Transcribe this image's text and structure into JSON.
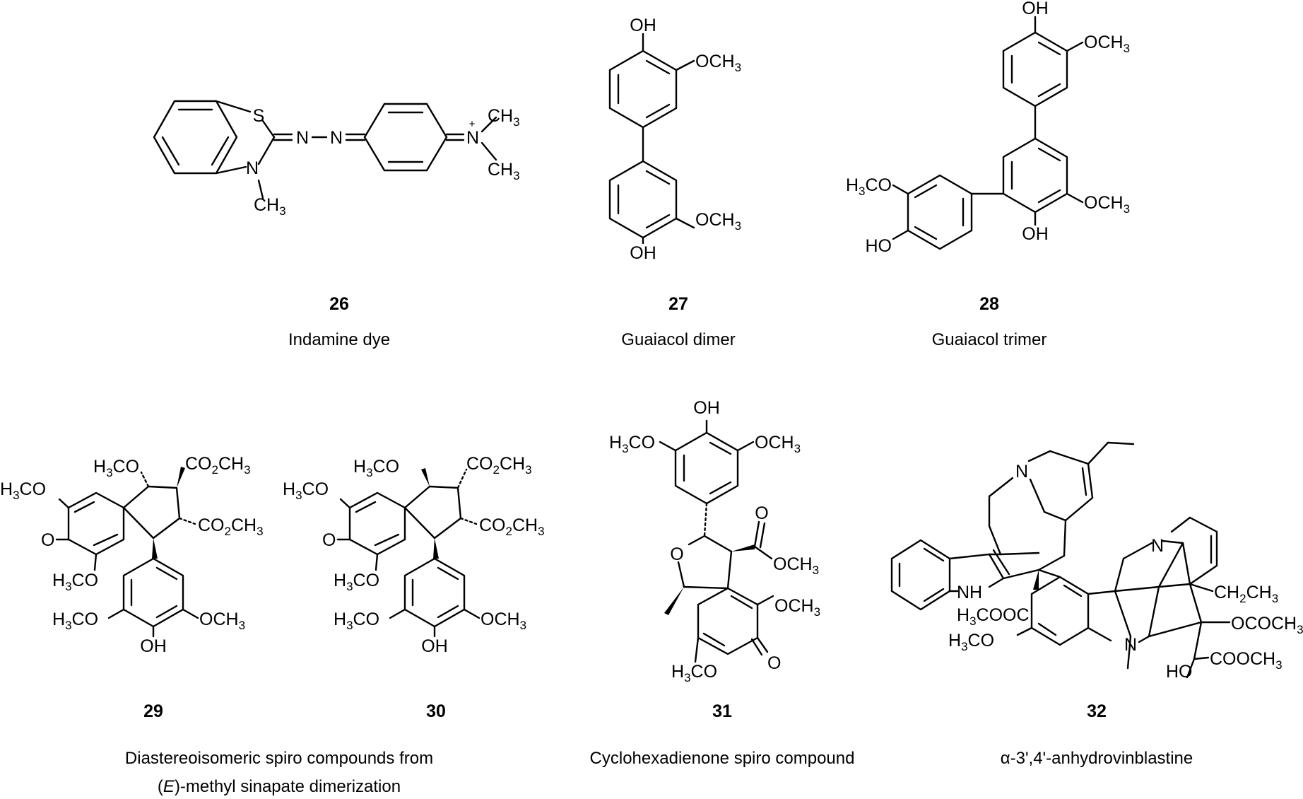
{
  "compounds": [
    {
      "number": "26",
      "caption": "Indamine dye",
      "atoms": {
        "s": "S",
        "n_ring": "N",
        "methyl_n": "CH3",
        "azo_n1": "N",
        "azo_n2": "N",
        "n_plus": "N",
        "plus_charge": "+",
        "methyl_a": "CH3",
        "methyl_b": "CH3"
      }
    },
    {
      "number": "27",
      "caption": "Guaiacol dimer",
      "atoms": {
        "oh_top": "OH",
        "ome_top": "OCH3",
        "ome_bottom": "OCH3",
        "oh_bottom": "OH"
      }
    },
    {
      "number": "28",
      "caption": "Guaiacol trimer",
      "atoms": {
        "oh_top": "OH",
        "ome_top": "OCH3",
        "meo_left": "H3CO",
        "ho_left": "HO",
        "ome_mid": "OCH3",
        "oh_mid": "OH"
      }
    },
    {
      "number": "29",
      "atoms": {
        "meo_ring": "H3CO",
        "co2me_top": "CO2CH3",
        "co2me_right": "CO2CH3",
        "meo_dienone": "H3CO",
        "o_keto": "O",
        "meo_dienone_b": "H3CO",
        "meo_aryl": "H3CO",
        "ome_aryl": "OCH3",
        "oh_aryl": "OH"
      }
    },
    {
      "number": "30",
      "atoms": {
        "meo_ring": "H3CO",
        "co2me_top": "CO2CH3",
        "co2me_right": "CO2CH3",
        "meo_dienone": "H3CO",
        "o_keto": "O",
        "meo_dienone_b": "H3CO",
        "meo_aryl": "H3CO",
        "ome_aryl": "OCH3",
        "oh_aryl": "OH"
      }
    },
    {
      "number": "31",
      "caption": "Cyclohexadienone spiro compound",
      "atoms": {
        "oh_top": "OH",
        "meo_left": "H3CO",
        "ome_right": "OCH3",
        "o_ring": "O",
        "o_carbonyl": "O",
        "ome_ester": "OCH3",
        "ome_dienone": "OCH3",
        "meo_dienone": "H3CO",
        "o_keto": "O"
      }
    },
    {
      "number": "32",
      "caption": "α-3',4'-anhydrovinblastine",
      "atoms": {
        "n_top": "N",
        "nh": "NH",
        "ester": "H3COOC",
        "n_right": "N",
        "ethyl": "CH2CH3",
        "meo": "H3CO",
        "n_methyl": "N",
        "oac": "OCOCH3",
        "ho": "HO",
        "cooch3": "COOCH3"
      }
    }
  ],
  "group_caption": {
    "line1": "Diastereoisomeric spiro compounds from",
    "line2_prefix": "(",
    "line2_italic": "E",
    "line2_suffix": ")-methyl sinapate dimerization"
  }
}
